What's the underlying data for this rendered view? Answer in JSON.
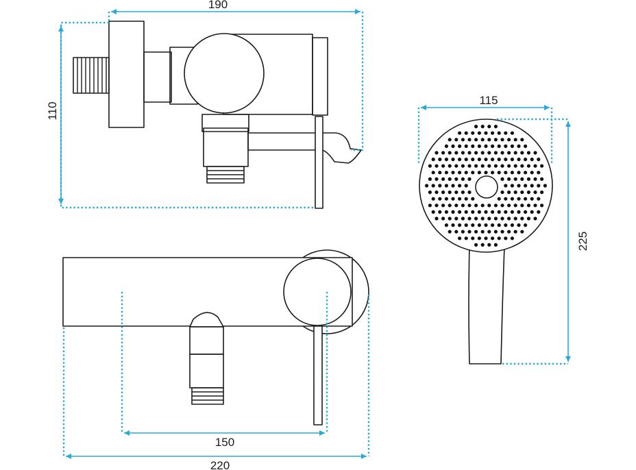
{
  "colors": {
    "dimension": "#29a9d6",
    "outline": "#1a1a1a"
  },
  "dimensions": {
    "side_width": "190",
    "side_height": "110",
    "front_spacing": "150",
    "front_width": "220",
    "head_width": "115",
    "shower_length": "225"
  }
}
